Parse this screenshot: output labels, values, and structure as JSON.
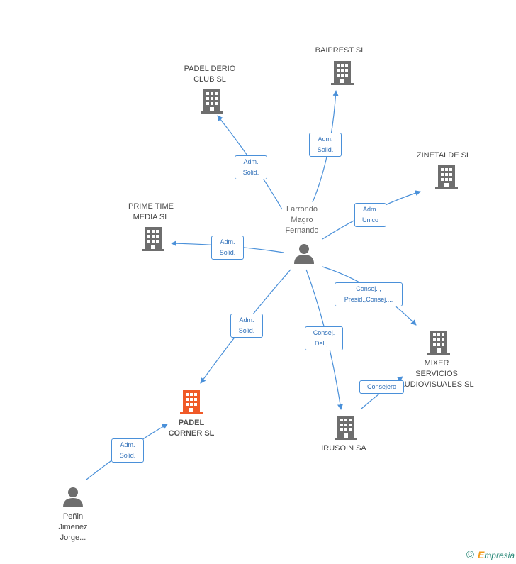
{
  "nodes": {
    "baiprest": {
      "label": "BAIPREST  SL"
    },
    "padel_derio": {
      "label1": "PADEL DERIO",
      "label2": "CLUB SL"
    },
    "zinetalde": {
      "label": "ZINETALDE SL"
    },
    "prime_time": {
      "label1": "PRIME TIME",
      "label2": "MEDIA  SL"
    },
    "larrondo": {
      "label1": "Larrondo",
      "label2": "Magro",
      "label3": "Fernando"
    },
    "mixer": {
      "label1": "MIXER",
      "label2": "SERVICIOS",
      "label3": "AUDIOVISUALES SL"
    },
    "padel_corner": {
      "label1": "PADEL",
      "label2": "CORNER SL"
    },
    "irusoin": {
      "label": "IRUSOIN SA"
    },
    "penin": {
      "label1": "Peñin",
      "label2": "Jimenez",
      "label3": "Jorge..."
    }
  },
  "edges": {
    "to_baiprest": {
      "line1": "Adm.",
      "line2": "Solid."
    },
    "to_padel_derio": {
      "line1": "Adm.",
      "line2": "Solid."
    },
    "to_zinetalde": {
      "line1": "Adm.",
      "line2": "Unico"
    },
    "to_prime_time": {
      "line1": "Adm.",
      "line2": "Solid."
    },
    "to_mixer": {
      "line1": "Consej. ,",
      "line2": "Presid.,Consej...."
    },
    "to_padel_corner": {
      "line1": "Adm.",
      "line2": "Solid."
    },
    "to_irusoin": {
      "line1": "Consej.",
      "line2": "Del.,..."
    },
    "irusoin_to_mixer": {
      "line1": "Consejero"
    },
    "penin_to_corner": {
      "line1": "Adm.",
      "line2": "Solid."
    }
  },
  "colors": {
    "edge": "#4a90d9",
    "building": "#6e6e6e",
    "building_focus": "#f05a28",
    "person": "#6e6e6e"
  },
  "brand": {
    "copyright": "©",
    "e": "E",
    "rest": "mpresia"
  }
}
